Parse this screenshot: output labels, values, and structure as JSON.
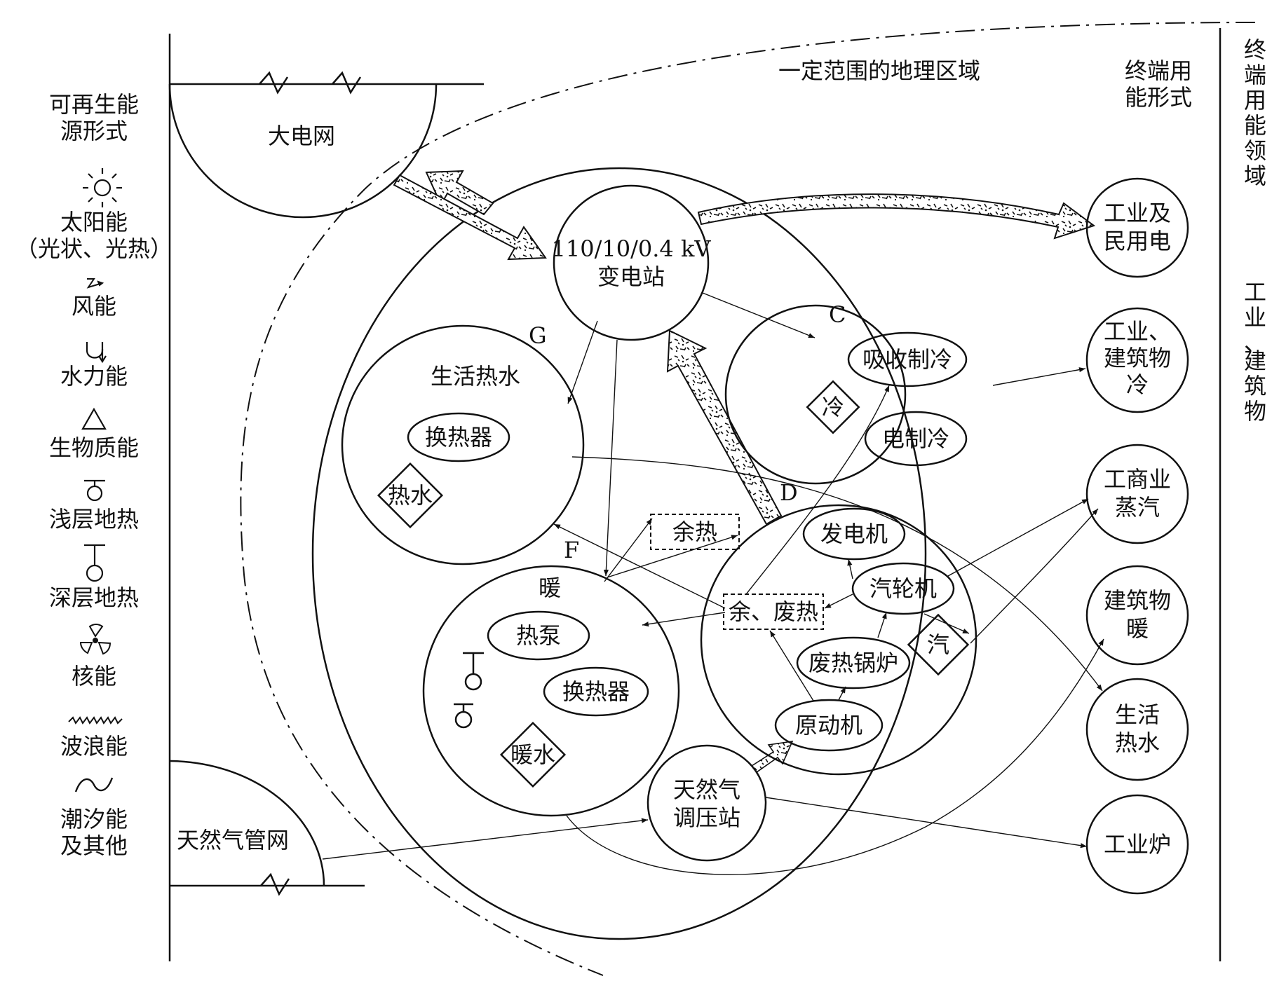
{
  "renewables": {
    "title_line1": "可再生能",
    "title_line2": "源形式",
    "items": [
      {
        "label": "太阳能",
        "sub": "（光状、光热）",
        "icon": "sun-icon"
      },
      {
        "label": "风能",
        "icon": "wind-icon"
      },
      {
        "label": "水力能",
        "icon": "hydro-icon"
      },
      {
        "label": "生物质能",
        "icon": "biomass-triangle-icon"
      },
      {
        "label": "浅层地热",
        "icon": "shallow-geothermal-icon"
      },
      {
        "label": "深层地热",
        "icon": "deep-geothermal-icon"
      },
      {
        "label": "核能",
        "icon": "nuclear-icon"
      },
      {
        "label": "波浪能",
        "icon": "wave-icon"
      },
      {
        "label": "潮汐能",
        "sub": "及其他",
        "icon": "tide-icon"
      }
    ]
  },
  "region_label": "一定范围的地理区域",
  "grid_label": "大电网",
  "gas_network_label": "天然气管网",
  "substation": {
    "line1": "110/10/0.4 kV",
    "line2": "变电站"
  },
  "end_use_header": {
    "line1": "终端用",
    "line2": "能形式"
  },
  "domain_header": {
    "chars": [
      "终",
      "端",
      "用",
      "能",
      "领",
      "域"
    ]
  },
  "domain_value": {
    "chars": [
      "工",
      "业",
      "、",
      "建",
      "筑",
      "物"
    ]
  },
  "subsystems": {
    "G": {
      "letter": "G",
      "title": "生活热水",
      "exchanger": "换热器",
      "water": "热水"
    },
    "F": {
      "letter": "F",
      "title": "暖",
      "heat_pump": "热泵",
      "exchanger": "换热器",
      "water": "暖水"
    },
    "C": {
      "letter": "C",
      "absorption": "吸收制冷",
      "electric": "电制冷",
      "cold": "冷"
    },
    "D": {
      "letter": "D",
      "generator": "发电机",
      "turbine": "汽轮机",
      "waste_heat": "余、废热",
      "steam": "汽",
      "boiler": "废热锅炉",
      "prime_mover": "原动机"
    }
  },
  "waste_heat_box": "余热",
  "gas_station": {
    "line1": "天然气",
    "line2": "调压站"
  },
  "end_uses": [
    {
      "line1": "工业及",
      "line2": "民用电"
    },
    {
      "line1": "工业、",
      "line2": "建筑物",
      "line3": "冷"
    },
    {
      "line1": "工商业",
      "line2": "蒸汽"
    },
    {
      "line1": "建筑物",
      "line2": "暖"
    },
    {
      "line1": "生活",
      "line2": "热水"
    },
    {
      "line1": "工业炉"
    }
  ]
}
